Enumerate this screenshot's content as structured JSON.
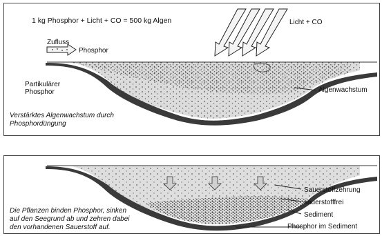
{
  "top_panel": {
    "equation": "1 kg Phosphor + Licht + CO  = 500 kg Algen",
    "light_label": "Licht + CO",
    "inflow_label": "Zufluss",
    "phosphor_label": "Phosphor",
    "particulate_label": [
      "Partikulärer",
      "Phosphor"
    ],
    "algae_growth_label": "Algenwachstum",
    "caption": [
      "Verstärktes Algenwachstum durch",
      "Phosphordüngung"
    ]
  },
  "bottom_panel": {
    "caption": [
      "Die Pflanzen binden Phosphor, sinken",
      "auf den Seegrund ab und zehren dabei",
      "den vorhandenen Sauerstoff auf."
    ],
    "labels": {
      "oxygen_depletion": "Sauerstoffzehrung",
      "oxygen_free": "sauerstofffrei",
      "sediment": "Sediment",
      "phosphor_in_sediment": "Phosphor im Sediment"
    }
  },
  "colors": {
    "water": "#d9d9d9",
    "sediment": "#3a3a3a",
    "speckle": "#5a5a5a",
    "arrow_fill": "#f2f2f2",
    "line": "#222222"
  }
}
